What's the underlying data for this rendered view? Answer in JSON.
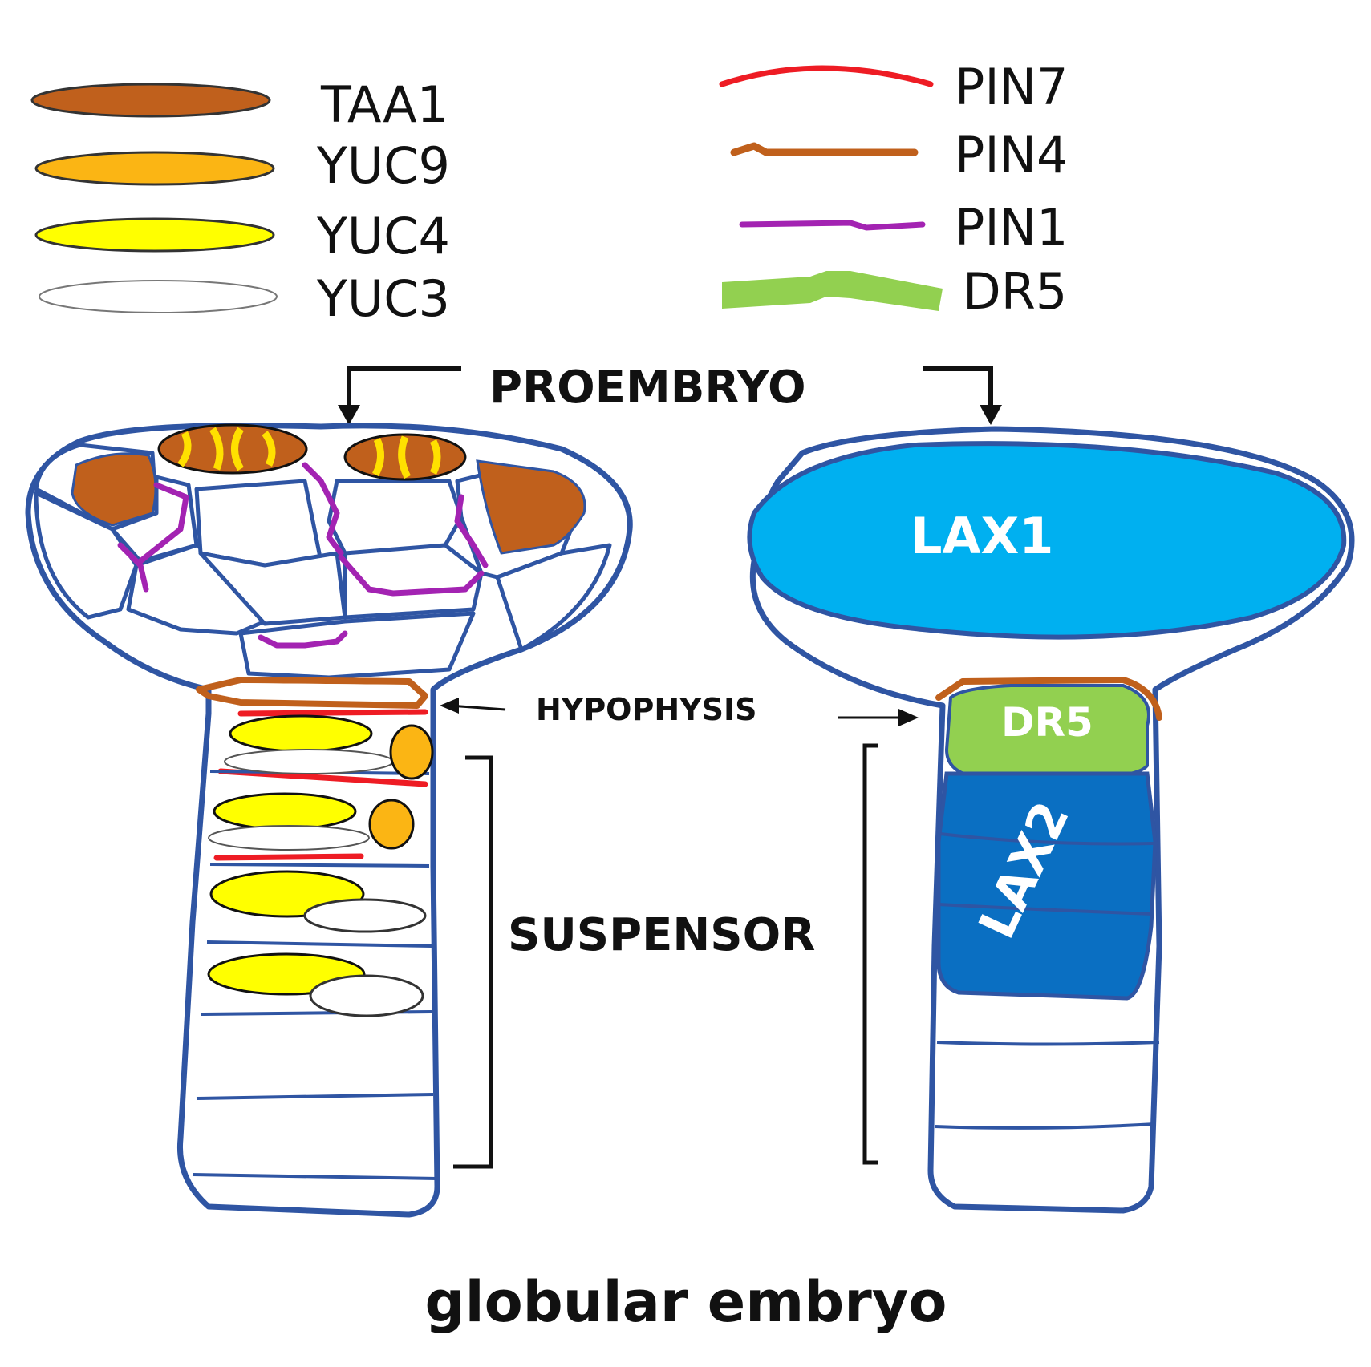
{
  "legend": {
    "left": [
      {
        "label": "TAA1",
        "color": "#c0601c",
        "stroke": "#333333"
      },
      {
        "label": "YUC9",
        "color": "#fbb514",
        "stroke": "#333333"
      },
      {
        "label": "YUC4",
        "color": "#ffff00",
        "stroke": "#333333"
      },
      {
        "label": "YUC3",
        "color": "#ffffff",
        "stroke": "#666666"
      }
    ],
    "right": [
      {
        "label": "PIN7",
        "color": "#ee1c24"
      },
      {
        "label": "PIN4",
        "color": "#c0601c"
      },
      {
        "label": "PIN1",
        "color": "#a323b2"
      },
      {
        "label": "DR5",
        "color": "#92d050"
      }
    ]
  },
  "labels": {
    "proembryo": "PROEMBRYO",
    "hypophysis": "HYPOPHYSIS",
    "suspensor": "SUSPENSOR",
    "caption": "globular embryo"
  },
  "right_embryo": {
    "lax1_label": "LAX1",
    "lax1_color": "#00b0f0",
    "dr5_label": "DR5",
    "dr5_color": "#92d050",
    "lax2_label": "LAX2",
    "lax2_color": "#0a6fc2"
  },
  "colors": {
    "outline": "#2f55a3"
  }
}
